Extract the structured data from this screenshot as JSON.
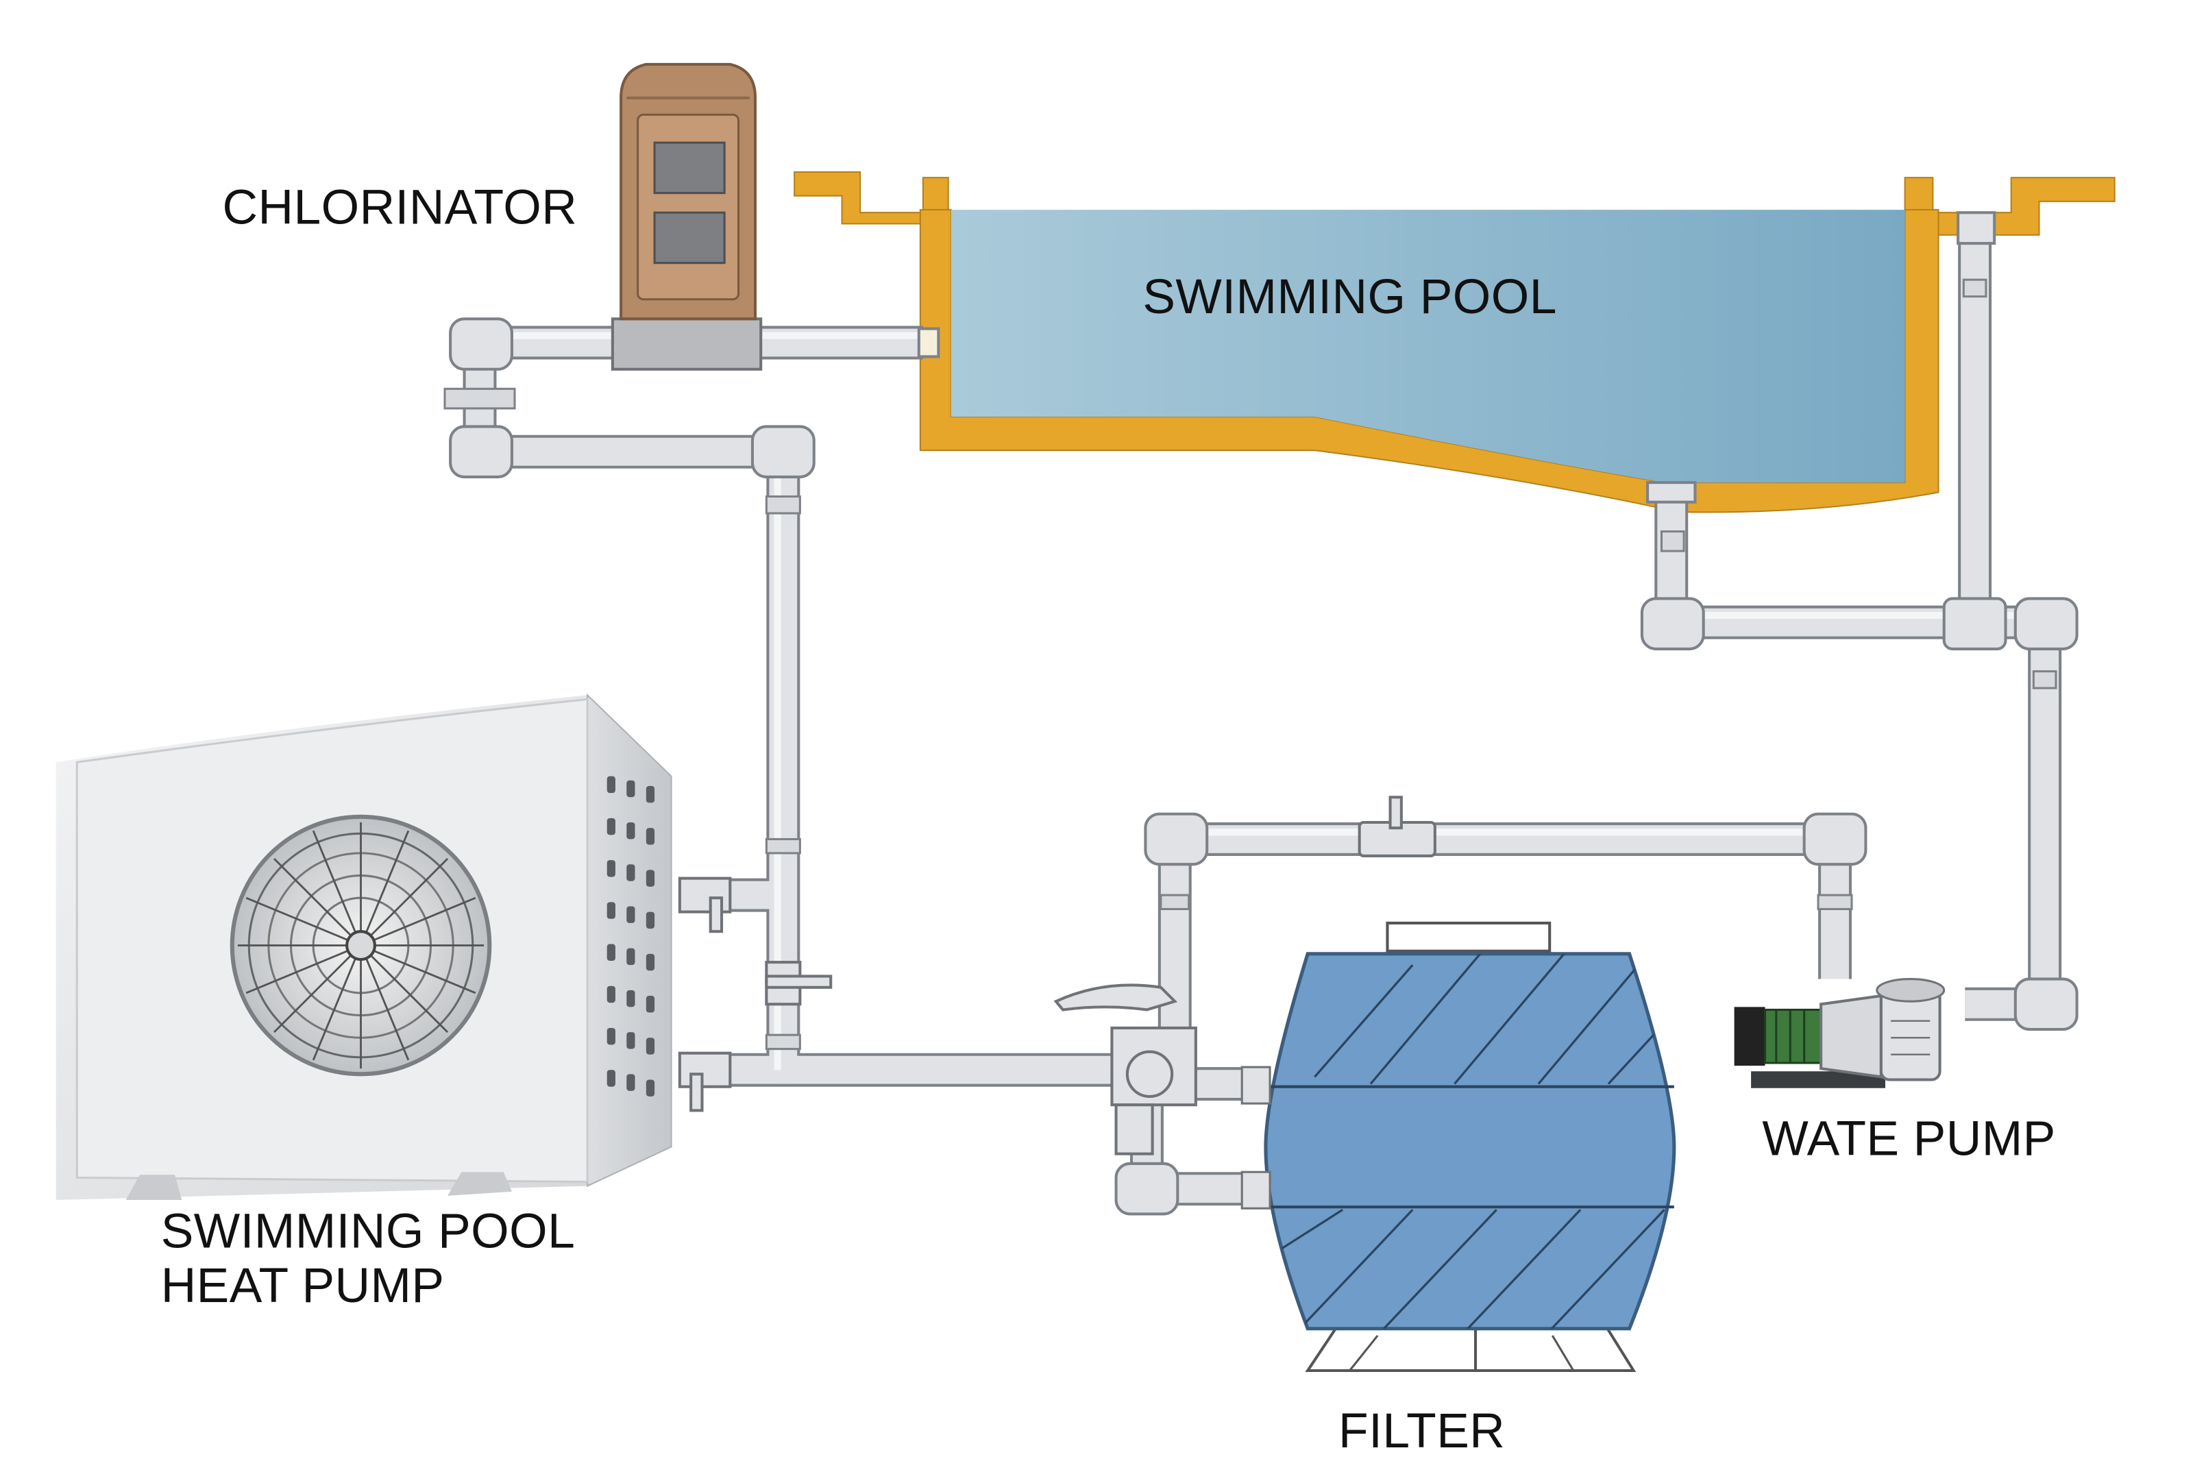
{
  "labels": {
    "chlorinator": "CHLORINATOR",
    "swimming_pool": "SWIMMING POOL",
    "heat_pump_line1": "SWIMMING POOL",
    "heat_pump_line2": "HEAT PUMP",
    "water_pump": "WATE PUMP",
    "filter": "FILTER"
  },
  "colors": {
    "pool_water": "#8fb8cc",
    "pool_wall": "#e6a62a",
    "filter_tank": "#6f9cc8",
    "chlorinator_body": "#b58a67",
    "pipe": "#e0e2e5",
    "heat_pump_body": "#e9eaec",
    "pump_motor_green": "#3d7a3c"
  }
}
